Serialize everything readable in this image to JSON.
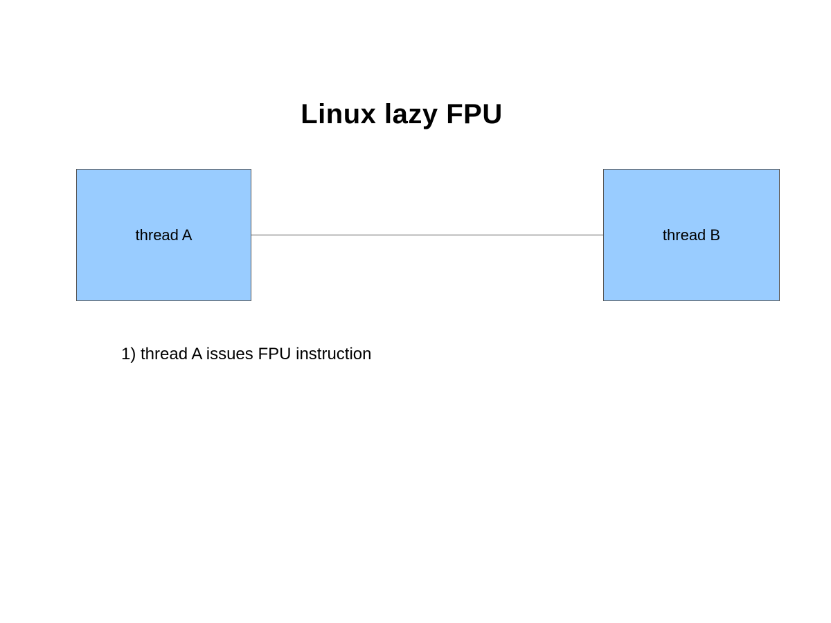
{
  "slide": {
    "title": "Linux lazy FPU",
    "boxes": [
      {
        "id": "thread-a",
        "label": "thread A"
      },
      {
        "id": "thread-b",
        "label": "thread B"
      }
    ],
    "caption": "1) thread A issues FPU instruction"
  },
  "colors": {
    "box_fill": "#99ccff",
    "box_border": "#555555",
    "line_color": "#555555",
    "background": "#ffffff",
    "text": "#000000"
  }
}
